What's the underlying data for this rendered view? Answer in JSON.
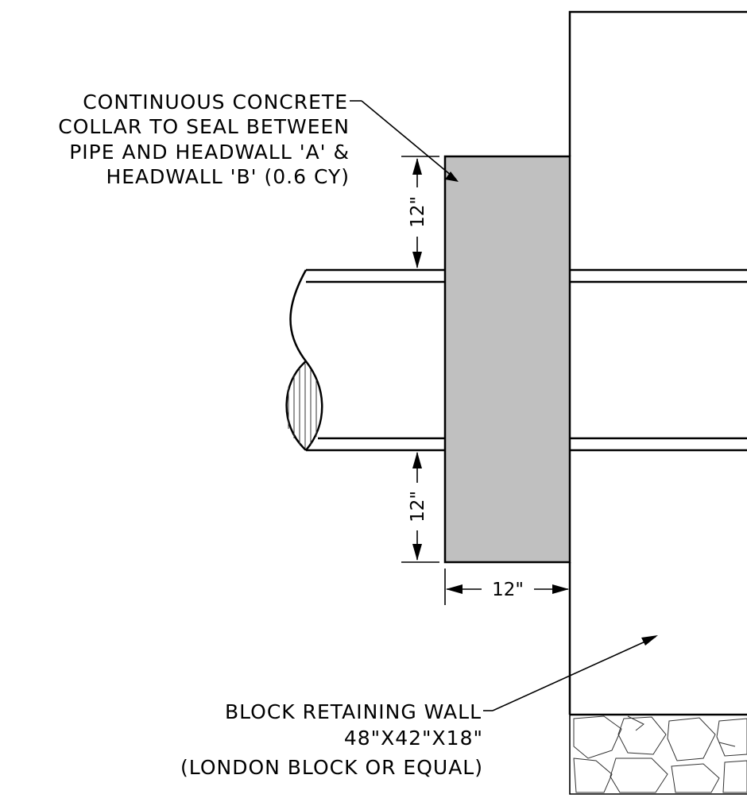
{
  "callouts": {
    "collar": [
      "CONTINUOUS CONCRETE",
      "COLLAR TO SEAL BETWEEN",
      "PIPE AND HEADWALL 'A' &",
      "HEADWALL 'B' (0.6 CY)"
    ],
    "wall": [
      "BLOCK RETAINING WALL",
      "48\"X42\"X18\"",
      "(LONDON BLOCK OR EQUAL)"
    ]
  },
  "dimensions": {
    "top": "12\"",
    "bottom": "12\"",
    "width": "12\""
  },
  "colors": {
    "collar_fill": "#c0c0c0",
    "line": "#000000"
  }
}
